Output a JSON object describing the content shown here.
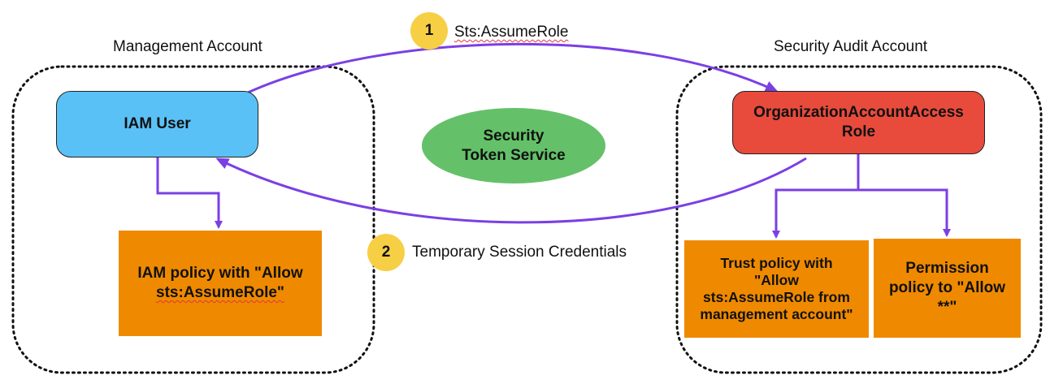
{
  "accounts": {
    "management_title": "Management Account",
    "audit_title": "Security Audit Account"
  },
  "nodes": {
    "iam_user": "IAM User",
    "sts_line1": "Security",
    "sts_line2": "Token Service",
    "org_role_line1": "OrganizationAccountAccess",
    "org_role_line2": "Role",
    "iam_policy_line1": "IAM policy with \"Allow",
    "iam_policy_line2": "sts:AssumeRole\"",
    "trust_policy_line1": "Trust policy with",
    "trust_policy_line2": "\"Allow",
    "trust_policy_line3": "sts:AssumeRole from",
    "trust_policy_line4": "management account\"",
    "perm_policy_line1": "Permission",
    "perm_policy_line2": "policy to \"Allow",
    "perm_policy_line3": "**\""
  },
  "steps": [
    {
      "number": "1",
      "label": "Sts:AssumeRole"
    },
    {
      "number": "2",
      "label": "Temporary Session Credentials"
    }
  ],
  "colors": {
    "arrow": "#7b3fe4",
    "iam_user": "#5ac1f6",
    "org_role": "#e84b3c",
    "sts": "#64c169",
    "policy": "#ef8a00",
    "badge": "#f7cf45"
  }
}
